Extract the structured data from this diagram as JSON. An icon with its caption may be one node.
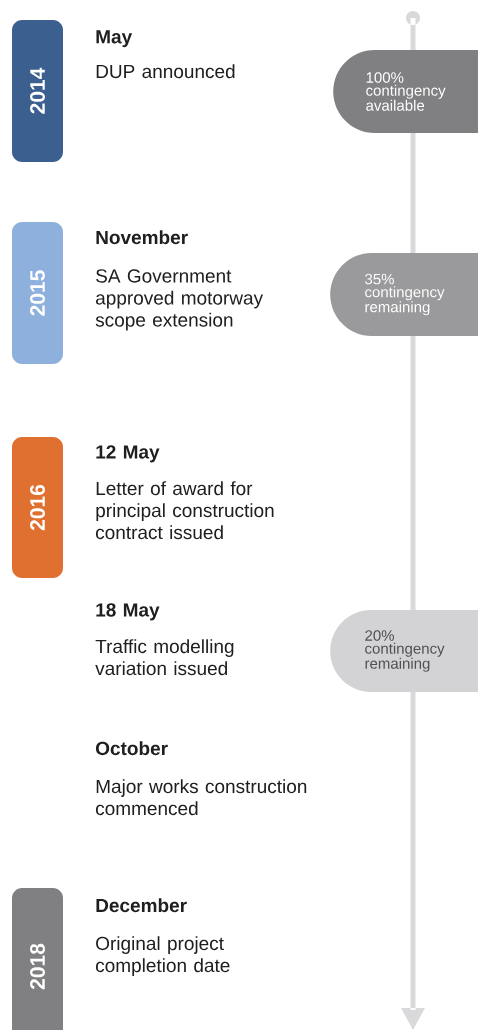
{
  "diagram": {
    "nodes": [
      {
        "text": [
          "2014"
        ]
      },
      {
        "text": [
          "100% contingency available"
        ]
      },
      {
        "text": [
          "2015"
        ]
      },
      {
        "text": [
          "35% contingency remaining"
        ]
      },
      {
        "text": [
          "2016"
        ]
      },
      {
        "text": [
          "20% contingency remaining"
        ]
      },
      {
        "text": [
          "2018"
        ]
      }
    ],
    "labels": [
      "May",
      "DUP announced",
      "November",
      "SA Government approved motorway scope extension",
      "12 May",
      "Letter of award for principal construction contract issued",
      "18 May",
      "Traffic modelling variation issued",
      "October",
      "Major works construction commenced",
      "December",
      "Original project completion date"
    ]
  }
}
